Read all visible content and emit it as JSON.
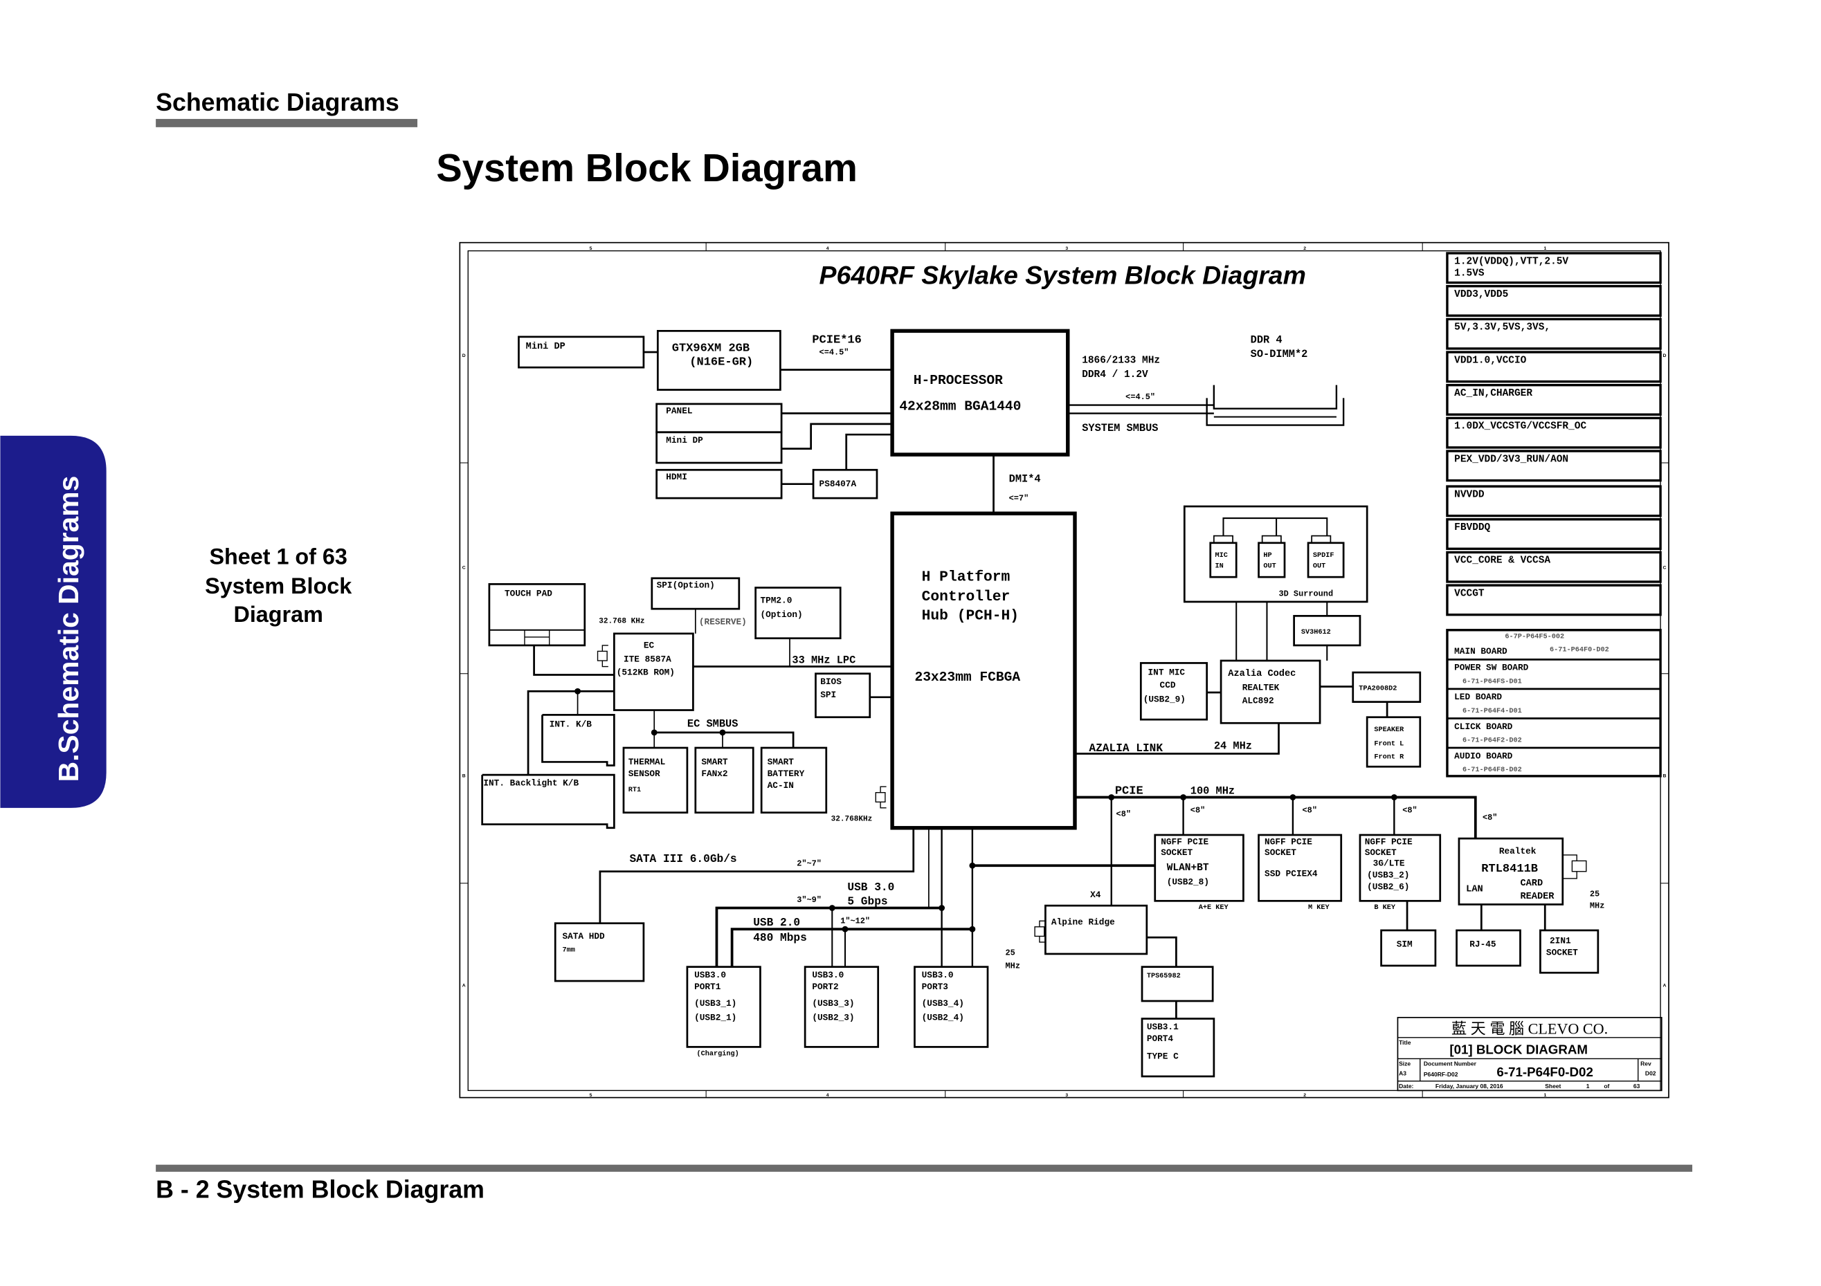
{
  "header": {
    "section": "Schematic  Diagrams",
    "title": "System Block Diagram"
  },
  "sidebar_tab": {
    "label": "B.Schematic Diagrams",
    "color": "#1c1c8c"
  },
  "sheet_info": [
    "Sheet 1 of 63",
    "System Block",
    "Diagram"
  ],
  "footer": {
    "label": "B - 2  System Block Diagram"
  },
  "diagram": {
    "title": "P640RF  Skylake System Block Diagram",
    "grid_columns": [
      "5",
      "4",
      "3",
      "2",
      "1"
    ],
    "grid_rows": [
      "D",
      "C",
      "B",
      "A"
    ],
    "gpu": {
      "mini_dp": "Mini DP",
      "line1": "GTX96XM  2GB",
      "line2": "(N16E-GR)",
      "bus": "PCIE*16",
      "length": "<=4.5\""
    },
    "cpu": {
      "line1": "H-PROCESSOR",
      "line2": "42x28mm  BGA1440"
    },
    "display": {
      "panel": "PANEL",
      "mini_dp": "Mini DP",
      "hdmi": "HDMI",
      "ps8407a": "PS8407A"
    },
    "memory": {
      "speed": "1866/2133 MHz",
      "type": "DDR4 / 1.2V",
      "length": "<=4.5\"",
      "smbus": "SYSTEM  SMBUS",
      "line1": "DDR 4",
      "line2": "SO-DIMM*2"
    },
    "dmi": {
      "bus": "DMI*4",
      "length": "<=7\""
    },
    "pch": {
      "line1": "H Platform",
      "line2": "Controller",
      "line3": "Hub  (PCH-H)",
      "line4": "23x23mm  FCBGA"
    },
    "ec": {
      "touch_pad": "TOUCH  PAD",
      "spi": "SPI(Option)",
      "reserve": "(RESERVE)",
      "crystal": "32.768  KHz",
      "tpm1": "TPM2.0",
      "tpm2": "(Option)",
      "line1": "EC",
      "line2": "ITE  8587A",
      "line3": "(512KB  ROM)",
      "lpc": "33 MHz  LPC",
      "bios1": "BIOS",
      "bios2": "SPI",
      "int_kb": "INT.  K/B",
      "backlight_kb": "INT.  Backlight  K/B",
      "smbus": "EC  SMBUS",
      "thermal1": "THERMAL",
      "thermal2": "SENSOR",
      "thermal3": "RT1",
      "fan1": "SMART",
      "fan2": "FANx2",
      "bat1": "SMART",
      "bat2": "BATTERY",
      "bat3": "AC-IN",
      "rtc_crystal": "32.768KHz"
    },
    "storage": {
      "sata_bus": "SATA  III  6.0Gb/s",
      "sata_length": "2\"~7\"",
      "hdd1": "SATA  HDD",
      "hdd2": "7mm"
    },
    "usb": {
      "usb3_label": "USB  3.0",
      "usb3_length": "3\"~9\"",
      "usb3_speed": "5  Gbps",
      "usb2_label": "USB  2.0",
      "usb2_speed": "480  Mbps",
      "usb2_length": "1\"~12\"",
      "ports": [
        {
          "l1": "USB3.0",
          "l2": "PORT1",
          "l3": "(USB3_1)",
          "l4": "(USB2_1)",
          "note": "(Charging)"
        },
        {
          "l1": "USB3.0",
          "l2": "PORT2",
          "l3": "(USB3_3)",
          "l4": "(USB2_3)"
        },
        {
          "l1": "USB3.0",
          "l2": "PORT3",
          "l3": "(USB3_4)",
          "l4": "(USB2_4)"
        }
      ]
    },
    "pcie": {
      "bus": "PCIE",
      "clock": "100  MHz",
      "length": "<8\"",
      "x4": "X4",
      "alpine": "Alpine  Ridge",
      "alpine_clk1": "25",
      "alpine_clk2": "MHz",
      "tps": "TPS65982",
      "port4_1": "USB3.1",
      "port4_2": "PORT4",
      "port4_3": "TYPE  C",
      "wlan": {
        "l1": "NGFF  PCIE",
        "l2": "SOCKET",
        "l3": "WLAN+BT",
        "l4": "(USB2_8)",
        "key": "A+E  KEY"
      },
      "ssd": {
        "l1": "NGFF  PCIE",
        "l2": "SOCKET",
        "l3": "SSD  PCIEX4",
        "key": "M  KEY"
      },
      "wwan": {
        "l1": "NGFF  PCIE",
        "l2": "SOCKET",
        "l3": "3G/LTE",
        "l4": "(USB3_2)",
        "l5": "(USB2_6)",
        "key": "B  KEY"
      },
      "sim": "SIM",
      "realtek": {
        "l1": "Realtek",
        "l2": "RTL8411B",
        "lan": "LAN",
        "card": "CARD",
        "reader": "READER",
        "clk1": "25",
        "clk2": "MHz"
      },
      "rj45": "RJ-45",
      "socket1": "2IN1",
      "socket2": "SOCKET"
    },
    "audio": {
      "mic1": "MIC",
      "mic2": "IN",
      "hp1": "HP",
      "hp2": "OUT",
      "spdif1": "SPDIF",
      "spdif2": "OUT",
      "surround": "3D  Surround",
      "sv3h612": "SV3H612",
      "codec1": "Azalia  Codec",
      "codec2": "REALTEK",
      "codec3": "ALC892",
      "intmic1": "INT  MIC",
      "intmic2": "CCD",
      "intmic3": "(USB2_9)",
      "link": "AZALIA  LINK",
      "link_clock": "24  MHz",
      "amp": "TPA2008D2",
      "spk1": "SPEAKER",
      "spk2": "Front  L",
      "spk3": "Front  R"
    },
    "power_rails": [
      [
        "1.2V(VDDQ),VTT,2.5V",
        "1.5VS"
      ],
      [
        "VDD3,VDD5"
      ],
      [
        "5V,3.3V,5VS,3VS,"
      ],
      [
        "VDD1.0,VCCIO"
      ],
      [
        "AC_IN,CHARGER"
      ],
      [
        "1.0DX_VCCSTG/VCCSFR_OC"
      ],
      [
        "PEX_VDD/3V3_RUN/AON"
      ],
      [
        "NVVDD"
      ],
      [
        "FBVDDQ"
      ],
      [
        "VCC_CORE  &  VCCSA"
      ],
      [
        "VCCGT"
      ]
    ],
    "boards_extra_part": "6-7P-P64F5-002",
    "boards": [
      {
        "name": "MAIN  BOARD",
        "part": "6-71-P64F0-D02"
      },
      {
        "name": "POWER  SW  BOARD",
        "part": "6-71-P64FS-D01"
      },
      {
        "name": "LED  BOARD",
        "part": "6-71-P64F4-D01"
      },
      {
        "name": "CLICK  BOARD",
        "part": "6-71-P64F2-D02"
      },
      {
        "name": "AUDIO  BOARD",
        "part": "6-71-P64F8-D02"
      }
    ],
    "title_block": {
      "company": "藍 天 電 腦  CLEVO CO.",
      "title_label": "Title",
      "title": "[01] BLOCK DIAGRAM",
      "size_label": "Size",
      "size": "A3",
      "doc_label": "Document  Number",
      "doc_sub": "P640RF-D02",
      "doc_number": "6-71-P64F0-D02",
      "rev_label": "Rev",
      "rev": "D02",
      "date_label": "Date:",
      "date": "Friday, January 08, 2016",
      "sheet_label": "Sheet",
      "sheet": "1",
      "of_label": "of",
      "total": "63"
    }
  }
}
